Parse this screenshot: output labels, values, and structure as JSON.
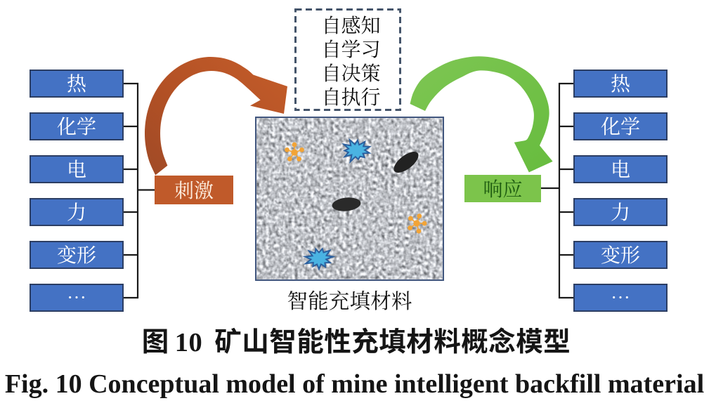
{
  "figure": {
    "type": "concept-diagram",
    "stimulus_categories": [
      "热",
      "化学",
      "电",
      "力",
      "变形",
      "⋯"
    ],
    "response_categories": [
      "热",
      "化学",
      "电",
      "力",
      "变形",
      "⋯"
    ],
    "stimulus_label": "刺激",
    "response_label": "响应",
    "self_capabilities": [
      "自感知",
      "自学习",
      "自决策",
      "自执行"
    ],
    "material_label": "智能充填材料",
    "caption_zh_prefix": "图",
    "caption_zh_number": "10",
    "caption_zh_text": "矿山智能性充填材料概念模型",
    "caption_en": "Fig. 10   Conceptual model of mine intelligent backfill material",
    "colors": {
      "category_box_fill": "#4472c4",
      "category_box_border": "#2c3e63",
      "stimulus_box_fill": "#c05a2a",
      "stimulus_arrow_fill": "#b35125",
      "response_box_fill": "#7cc44b",
      "response_arrow_fill": "#71c145",
      "dashed_border": "#44546a",
      "connector_line": "#1a1a1a",
      "star_fill": "#4ab3e2",
      "star_stroke": "#2b5f9e",
      "spark_fill": "#f2a437",
      "inclusion_fill": "#1b1b1b"
    }
  }
}
